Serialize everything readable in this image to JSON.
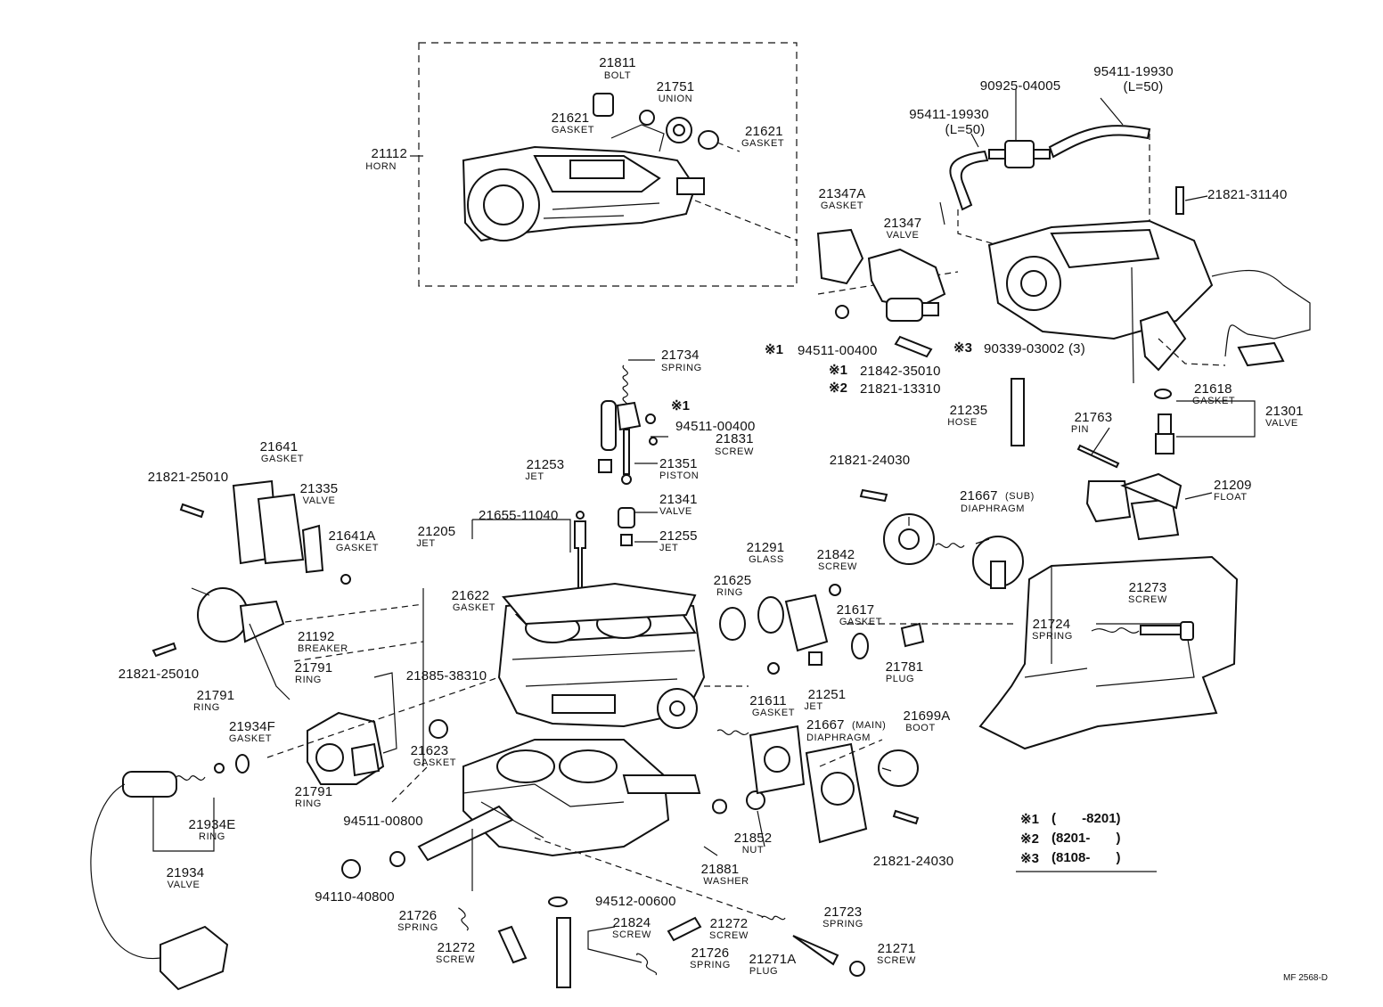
{
  "diagram": {
    "type": "exploded-parts-diagram",
    "reference": "MF 2568-D",
    "labels": {
      "p21811": {
        "number": "21811",
        "name": "BOLT"
      },
      "p21751": {
        "number": "21751",
        "name": "UNION"
      },
      "p21621a": {
        "number": "21621",
        "name": "GASKET"
      },
      "p21621b": {
        "number": "21621",
        "name": "GASKET"
      },
      "p21112": {
        "number": "21112",
        "name": "HORN"
      },
      "p90925": {
        "number": "90925-04005",
        "name": ""
      },
      "p95411a": {
        "number": "95411-19930",
        "name": "(L=50)"
      },
      "p95411b": {
        "number": "95411-19930",
        "name": "(L=50)"
      },
      "p21821_31140": {
        "number": "21821-31140",
        "name": ""
      },
      "p21347a": {
        "number": "21347A",
        "name": "GASKET"
      },
      "p21347": {
        "number": "21347",
        "name": "VALVE"
      },
      "p94511_400a": {
        "number": "94511-00400",
        "name": ""
      },
      "p90339": {
        "number": "90339-03002 (3)",
        "name": ""
      },
      "p21842_35010": {
        "number": "21842-35010",
        "name": ""
      },
      "p21821_13310": {
        "number": "21821-13310",
        "name": ""
      },
      "p21734": {
        "number": "21734",
        "name": "SPRING"
      },
      "p94511_400b": {
        "number": "94511-00400",
        "name": ""
      },
      "p21831": {
        "number": "21831",
        "name": "SCREW"
      },
      "p21253": {
        "number": "21253",
        "name": "JET"
      },
      "p21351": {
        "number": "21351",
        "name": "PISTON"
      },
      "p21341": {
        "number": "21341",
        "name": "VALVE"
      },
      "p21255": {
        "number": "21255",
        "name": "JET"
      },
      "p21655": {
        "number": "21655-11040",
        "name": ""
      },
      "p21205": {
        "number": "21205",
        "name": "JET"
      },
      "p21235": {
        "number": "21235",
        "name": "HOSE"
      },
      "p21763": {
        "number": "21763",
        "name": "PIN"
      },
      "p21618": {
        "number": "21618",
        "name": "GASKET"
      },
      "p21301": {
        "number": "21301",
        "name": "VALVE"
      },
      "p21209": {
        "number": "21209",
        "name": "FLOAT"
      },
      "p21641": {
        "number": "21641",
        "name": "GASKET"
      },
      "p21821_25010a": {
        "number": "21821-25010",
        "name": ""
      },
      "p21335": {
        "number": "21335",
        "name": "VALVE"
      },
      "p21641a": {
        "number": "21641A",
        "name": "GASKET"
      },
      "p21821_24030a": {
        "number": "21821-24030",
        "name": ""
      },
      "p21667sub": {
        "number": "21667",
        "name": "DIAPHRAGM",
        "suffix": "(SUB)"
      },
      "p21291": {
        "number": "21291",
        "name": "GLASS"
      },
      "p21625": {
        "number": "21625",
        "name": "RING"
      },
      "p21842": {
        "number": "21842",
        "name": "SCREW"
      },
      "p21617": {
        "number": "21617",
        "name": "GASKET"
      },
      "p21781": {
        "number": "21781",
        "name": "PLUG"
      },
      "p21622": {
        "number": "21622",
        "name": "GASKET"
      },
      "p21192": {
        "number": "21192",
        "name": "BREAKER"
      },
      "p21821_25010b": {
        "number": "21821-25010",
        "name": ""
      },
      "p21791a": {
        "number": "21791",
        "name": "RING"
      },
      "p21791b": {
        "number": "21791",
        "name": "RING"
      },
      "p21791c": {
        "number": "21791",
        "name": "RING"
      },
      "p21885": {
        "number": "21885-38310",
        "name": ""
      },
      "p21934f": {
        "number": "21934F",
        "name": "GASKET"
      },
      "p21623": {
        "number": "21623",
        "name": "GASKET"
      },
      "p21611": {
        "number": "21611",
        "name": "GASKET"
      },
      "p21251": {
        "number": "21251",
        "name": "JET"
      },
      "p21667main": {
        "number": "21667",
        "name": "DIAPHRAGM",
        "suffix": "(MAIN)"
      },
      "p21699a": {
        "number": "21699A",
        "name": "BOOT"
      },
      "p21273": {
        "number": "21273",
        "name": "SCREW"
      },
      "p21724": {
        "number": "21724",
        "name": "SPRING"
      },
      "p21934e": {
        "number": "21934E",
        "name": "RING"
      },
      "p21934": {
        "number": "21934",
        "name": "VALVE"
      },
      "p94511_800": {
        "number": "94511-00800",
        "name": ""
      },
      "p94110": {
        "number": "94110-40800",
        "name": ""
      },
      "p21852": {
        "number": "21852",
        "name": "NUT"
      },
      "p21881": {
        "number": "21881",
        "name": "WASHER"
      },
      "p21821_24030b": {
        "number": "21821-24030",
        "name": ""
      },
      "p94512": {
        "number": "94512-00600",
        "name": ""
      },
      "p21726a": {
        "number": "21726",
        "name": "SPRING"
      },
      "p21824": {
        "number": "21824",
        "name": "SCREW"
      },
      "p21272a": {
        "number": "21272",
        "name": "SCREW"
      },
      "p21723": {
        "number": "21723",
        "name": "SPRING"
      },
      "p21272b": {
        "number": "21272",
        "name": "SCREW"
      },
      "p21726b": {
        "number": "21726",
        "name": "SPRING"
      },
      "p21271a": {
        "number": "21271A",
        "name": "PLUG"
      },
      "p21271": {
        "number": "21271",
        "name": "SCREW"
      }
    },
    "notes": {
      "n1a": "※1",
      "n3": "※3",
      "n1b": "※1",
      "n2": "※2",
      "n1c": "※1"
    },
    "legend": [
      {
        "mark": "※1",
        "text": "(       -8201)"
      },
      {
        "mark": "※2",
        "text": "(8201-       )"
      },
      {
        "mark": "※3",
        "text": "(8108-       )"
      }
    ]
  }
}
